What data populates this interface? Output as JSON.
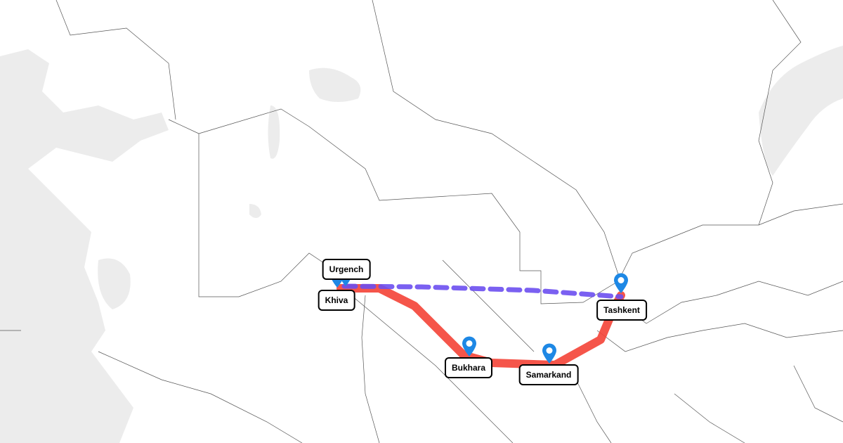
{
  "map": {
    "colors": {
      "route": "#f44336",
      "flight": "#6c4ff0",
      "marker": "#1e88e5",
      "water": "#ececec",
      "border": "#555555"
    },
    "cities": [
      {
        "name": "Urgench"
      },
      {
        "name": "Khiva"
      },
      {
        "name": "Bukhara"
      },
      {
        "name": "Samarkand"
      },
      {
        "name": "Tashkent"
      }
    ],
    "routes": [
      {
        "type": "ground",
        "from": "Khiva",
        "to": "Tashkent",
        "via": [
          "Bukhara",
          "Samarkand"
        ]
      },
      {
        "type": "flight",
        "from": "Urgench",
        "to": "Tashkent"
      }
    ]
  }
}
